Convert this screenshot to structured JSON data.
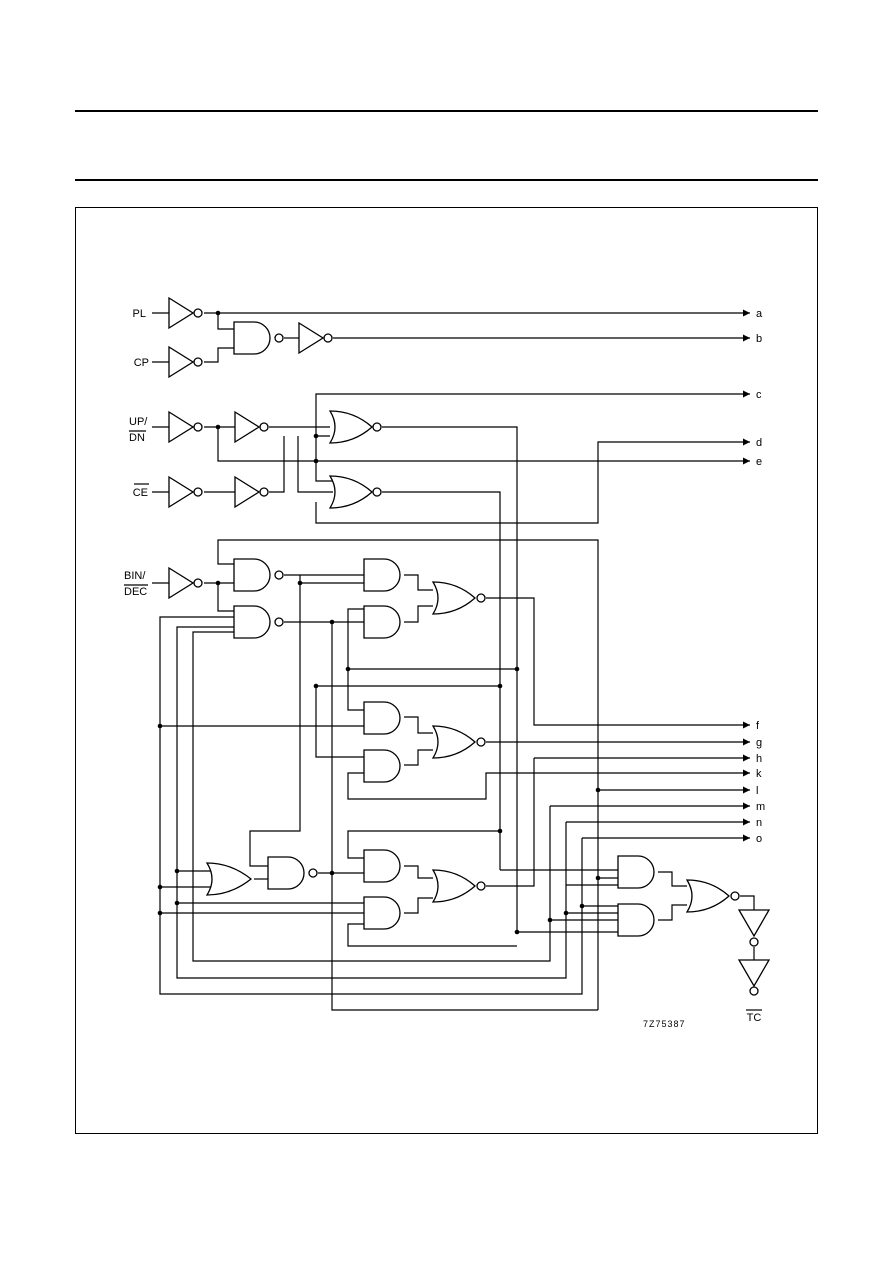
{
  "inputs": {
    "pl": "PL",
    "cp": "CP",
    "up": "UP/",
    "dn": "DN",
    "ce": "CE",
    "bin": "BIN/",
    "dec": "DEC"
  },
  "outputs": {
    "a": "a",
    "b": "b",
    "c": "c",
    "d": "d",
    "e": "e",
    "f": "f",
    "g": "g",
    "h": "h",
    "k": "k",
    "l": "l",
    "m": "m",
    "n": "n",
    "o": "o",
    "tc": "TC"
  },
  "figure_code": "7Z75387"
}
